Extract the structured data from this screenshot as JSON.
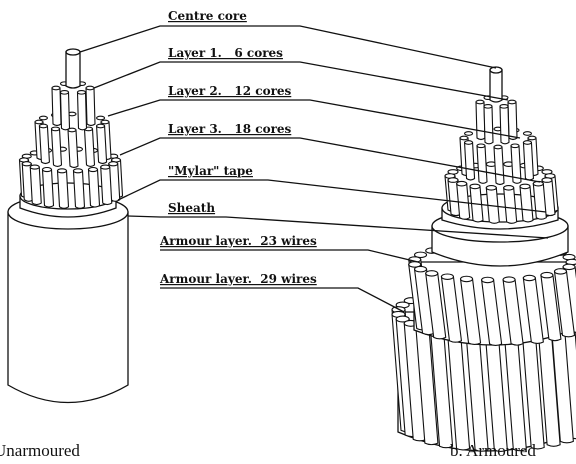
{
  "labels": {
    "centre_core": "Centre core",
    "layer1": "Layer 1.   6 cores",
    "layer2": "Layer 2.   12 cores",
    "layer3": "Layer 3.   18 cores",
    "mylar": "\"Mylar\" tape",
    "sheath": "Sheath",
    "armour23": "Armour layer.  23 wires",
    "armour29": "Armour layer.  29 wires"
  },
  "captions": {
    "left": "Unarmoured",
    "right": "b. Armoured"
  },
  "wire_counts": {
    "layer1": 6,
    "layer2": 12,
    "layer3": 18,
    "armour_inner": 23,
    "armour_outer": 29
  },
  "colors": {
    "ink": "#111111",
    "paper": "#ffffff"
  }
}
